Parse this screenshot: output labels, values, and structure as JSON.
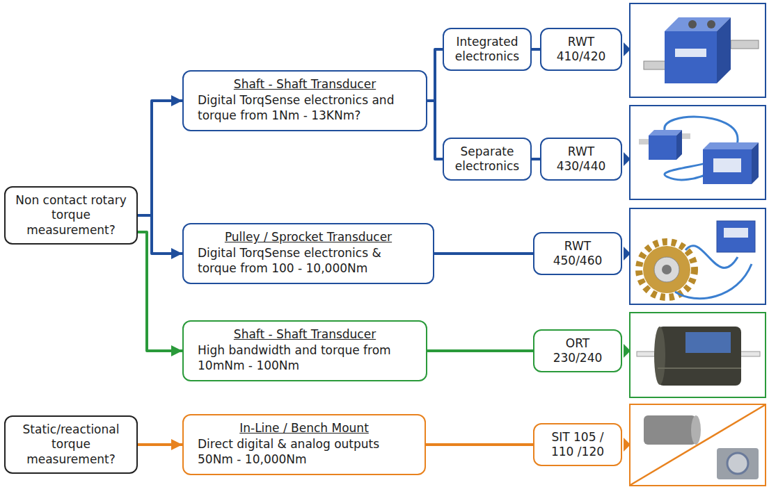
{
  "diagram": {
    "nodes": [
      {
        "text": [
          "Non contact rotary torque measurement?"
        ]
      },
      {
        "text": [
          "Shaft - Shaft Transducer",
          "Digital TorqSense electronics and torque from 1Nm - 13KNm?"
        ]
      },
      {
        "text": [
          "Integrated electronics"
        ]
      },
      {
        "text": [
          "RWT 410/420"
        ]
      },
      {
        "text": [
          "Separate electronics"
        ]
      },
      {
        "text": [
          "RWT 430/440"
        ]
      },
      {
        "text": [
          "Pulley / Sprocket Transducer",
          "Digital TorqSense electronics & torque from 100 - 10,000Nm"
        ]
      },
      {
        "text": [
          "RWT 450/460"
        ]
      },
      {
        "text": [
          "Shaft - Shaft Transducer",
          "High bandwidth and torque from 10mNm - 100Nm"
        ]
      },
      {
        "text": [
          "ORT 230/240"
        ]
      },
      {
        "text": [
          "Static/reactional torque measurement?"
        ]
      },
      {
        "text": [
          "In-Line / Bench Mount",
          "Direct digital & analog outputs 50Nm - 10,000Nm"
        ]
      },
      {
        "text": [
          "SIT 105 / 110 /120"
        ]
      }
    ],
    "edges": [
      {
        "from": 0,
        "to": 1,
        "arrow": "to"
      },
      {
        "from": 0,
        "to": 6,
        "arrow": "to"
      },
      {
        "from": 0,
        "to": 8,
        "arrow": "to"
      },
      {
        "from": 1,
        "to": 2,
        "arrow": "none"
      },
      {
        "from": 1,
        "to": 4,
        "arrow": "none"
      },
      {
        "from": 2,
        "to": 3,
        "arrow": "none"
      },
      {
        "from": 4,
        "to": 5,
        "arrow": "none"
      },
      {
        "from": 6,
        "to": 7,
        "arrow": "none"
      },
      {
        "from": 8,
        "to": 9,
        "arrow": "none"
      },
      {
        "from": 10,
        "to": 11,
        "arrow": "to"
      },
      {
        "from": 11,
        "to": 12,
        "arrow": "none"
      }
    ]
  }
}
